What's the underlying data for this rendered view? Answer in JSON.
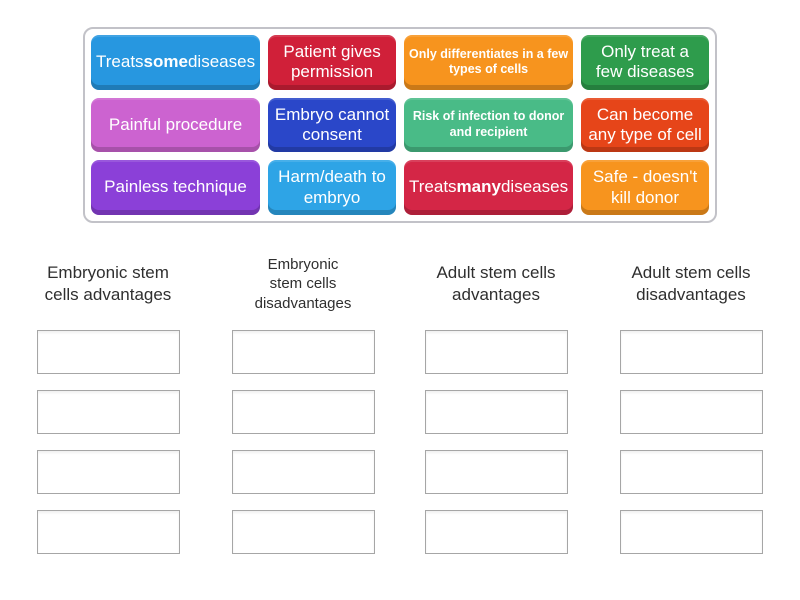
{
  "page": {
    "background_color": "#ffffff",
    "tile_text_color": "#ffffff",
    "header_text_color": "#2f2f2f"
  },
  "tray": {
    "tiles": [
      {
        "label": "Treats **some** diseases",
        "color": "#2797e0",
        "small": false
      },
      {
        "label": "Patient gives permission",
        "color": "#d02039",
        "small": false
      },
      {
        "label": "Only differentiates in a few types of cells",
        "color": "#f7941e",
        "small": true
      },
      {
        "label": "Only treat a few diseases",
        "color": "#2e9c4c",
        "small": false
      },
      {
        "label": "Painful procedure",
        "color": "#cc63d0",
        "small": false
      },
      {
        "label": "Embryo cannot consent",
        "color": "#2a47c9",
        "small": false
      },
      {
        "label": "Risk of infection to donor and recipient",
        "color": "#49bb87",
        "small": true
      },
      {
        "label": "Can become any type of cell",
        "color": "#e64519",
        "small": false
      },
      {
        "label": "Painless technique",
        "color": "#8b40d8",
        "small": false
      },
      {
        "label": "Harm/death to embryo",
        "color": "#2ea4e6",
        "small": false
      },
      {
        "label": "Treats **many** diseases",
        "color": "#d42646",
        "small": false
      },
      {
        "label": "Safe - doesn't kill donor",
        "color": "#f7941e",
        "small": false
      }
    ]
  },
  "categories": [
    {
      "label": "Embryonic stem cells advantages",
      "slot_count": 4
    },
    {
      "label": "Embryonic stem cells disadvantages",
      "slot_count": 4
    },
    {
      "label": "Adult stem cells advantages",
      "slot_count": 4
    },
    {
      "label": "Adult stem cells disadvantages",
      "slot_count": 4
    }
  ]
}
